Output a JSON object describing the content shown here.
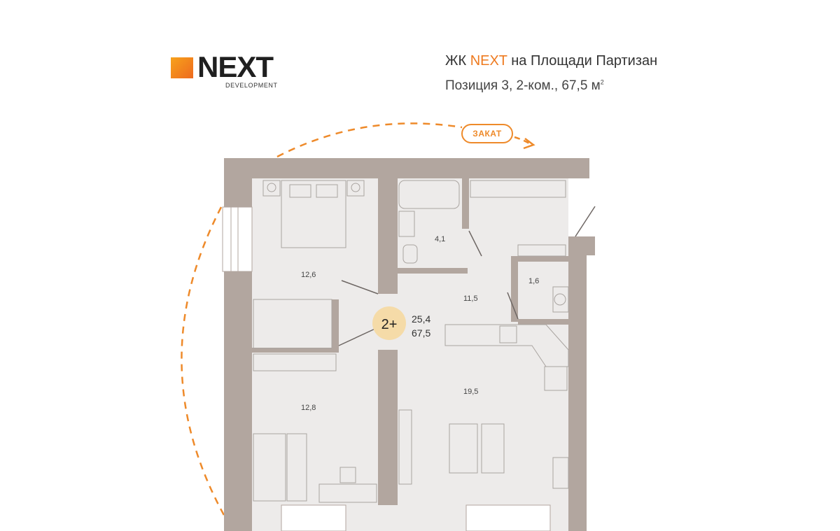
{
  "brand": {
    "name": "NEXT",
    "sub": "DEVELOPMENT",
    "accent_color": "#f28c28"
  },
  "header": {
    "title_prefix": "ЖК ",
    "title_accent": "NEXT",
    "title_suffix": " на Площади Партизан",
    "subtitle": "Позиция 3, 2-ком., 67,5 м",
    "subtitle_sup": "2"
  },
  "compass": {
    "label": "ЗАКАТ"
  },
  "plan": {
    "badge": "2+",
    "living_area": "25,4",
    "total_area": "67,5",
    "rooms": [
      {
        "id": "bedroom-1",
        "area": "12,6"
      },
      {
        "id": "bedroom-2",
        "area": "12,8"
      },
      {
        "id": "bathroom",
        "area": "4,1"
      },
      {
        "id": "toilet",
        "area": "1,6"
      },
      {
        "id": "hall",
        "area": "11,5"
      },
      {
        "id": "kitchen-living",
        "area": "19,5"
      }
    ]
  },
  "colors": {
    "wall": "#b2a69f",
    "floor": "#edebea",
    "badge": "#f5dba8",
    "orange": "#ee8a2a",
    "furniture_line": "#a9a4a0"
  }
}
